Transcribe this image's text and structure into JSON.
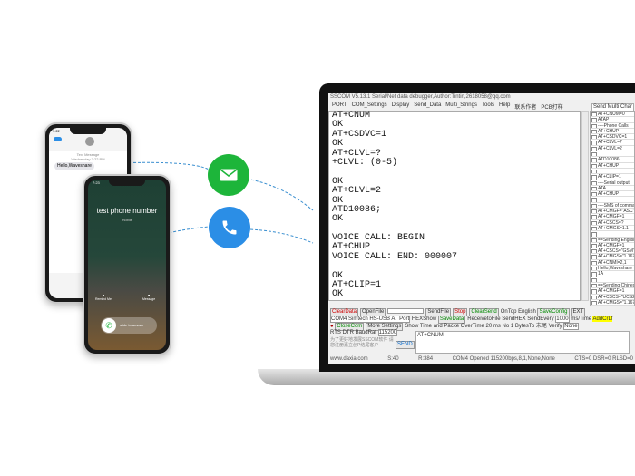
{
  "laptop": {
    "title": "SSCOM V5.13.1 Serial/Net data debugger,Author:Tintin,2618058@qq.com",
    "menu": [
      "PORT",
      "COM_Settings",
      "Display",
      "Send_Data",
      "Multi_Strings",
      "Tools",
      "Help",
      "联系作者",
      "PCB打样"
    ],
    "terminal_lines": [
      "AT+CNUM",
      "OK",
      "AT+CSDVC=1",
      "OK",
      "AT+CLVL=?",
      "+CLVL: (0-5)",
      "",
      "OK",
      "AT+CLVL=2",
      "OK",
      "ATD10086;",
      "OK",
      "",
      "VOICE CALL: BEGIN",
      "AT+CHUP",
      "VOICE CALL: END: 000007",
      "",
      "OK",
      "AT+CLIP=1",
      "OK"
    ],
    "multi_tab": "Send Multi Char",
    "multi_items": [
      "AT+CNUM=0",
      "ATAP",
      "----Phone Calls",
      "AT+CHUP",
      "AT+CSDVC=1",
      "AT+CLVL=?",
      "AT+CLVL=2",
      "",
      "ATD10086;",
      "AT+CHUP",
      "",
      "AT+CLIP=1",
      "----Serial output",
      "ATA",
      "AT+CHUP",
      "",
      "----SMS of commands",
      "AT+CMGF=\"ASC\"",
      "AT+CMGF=1",
      "AT+CSCS=?",
      "AT+CMGS=1.1",
      "",
      "==Sending English==",
      "AT+CMGF=1",
      "AT+CSCS=\"GSM\"",
      "AT+CMGS=\"1.167.0.0\"",
      "AT+CNMI=2,1",
      "Hello,Waveshare",
      "1A",
      "",
      "==Sending Chinese==",
      "AT+CMGF=1",
      "AT+CSCS=\"UCS2\"",
      "AT+CMGS=\"1.167.0.0\""
    ],
    "controls": {
      "clear": "ClearData",
      "open": "OpenFile",
      "send_file": "SendFile",
      "stop": "Stop",
      "clear_send": "ClearSend",
      "ontop": "OnTop",
      "english": "English",
      "save_config": "SaveConfig",
      "ext": "EXT",
      "com": "COM4 Simtech HS-USB AT Port",
      "hex_show": "HEXShow",
      "save_data": "SaveData",
      "receive_to_file": "ReceivetoFile",
      "send_hex": "SendHEX",
      "send_every": "SendEvery",
      "ms": "1000",
      "ms_label": "ms/Time",
      "add_crlf": "AddCrLf",
      "close_com": "CloseCom",
      "more_settings": "More Settings",
      "show_time": "Show Time and Packe",
      "overtime": "OverTime",
      "overtime_val": "20",
      "ms2": "ms No",
      "bytes": "1",
      "bytes_to": "BytesTo",
      "check": "末尾",
      "verify": "Verify",
      "verify_val": "None",
      "rts": "RTS",
      "dtr": "DTR",
      "baud_label": "BaudRat",
      "baud": "115200",
      "send_box": "AT+CNUM",
      "promo": "为了更好地发展SSCOM软件 请您注册嘉立创P结尾客户",
      "send": "SEND"
    },
    "status": {
      "site": "www.daxia.com",
      "s": "S:40",
      "r": "R:384",
      "port": "COM4 Opened  115200bps,8,1,None,None",
      "lines": "CTS=0 DSR=0 RLSD=0"
    }
  },
  "phone_sms": {
    "time": "7:22",
    "label": "Text Message",
    "date": "Wednesday 7:22 PM",
    "message": "Hello,Waveshare"
  },
  "phone_call": {
    "time": "7:23",
    "caller": "test phone number",
    "type": "mobile",
    "remind": "Remind Me",
    "msg": "Message",
    "slide": "slide to answer"
  },
  "icons": {
    "sms_color": "#1db53a",
    "call_color": "#2b8ee6"
  }
}
